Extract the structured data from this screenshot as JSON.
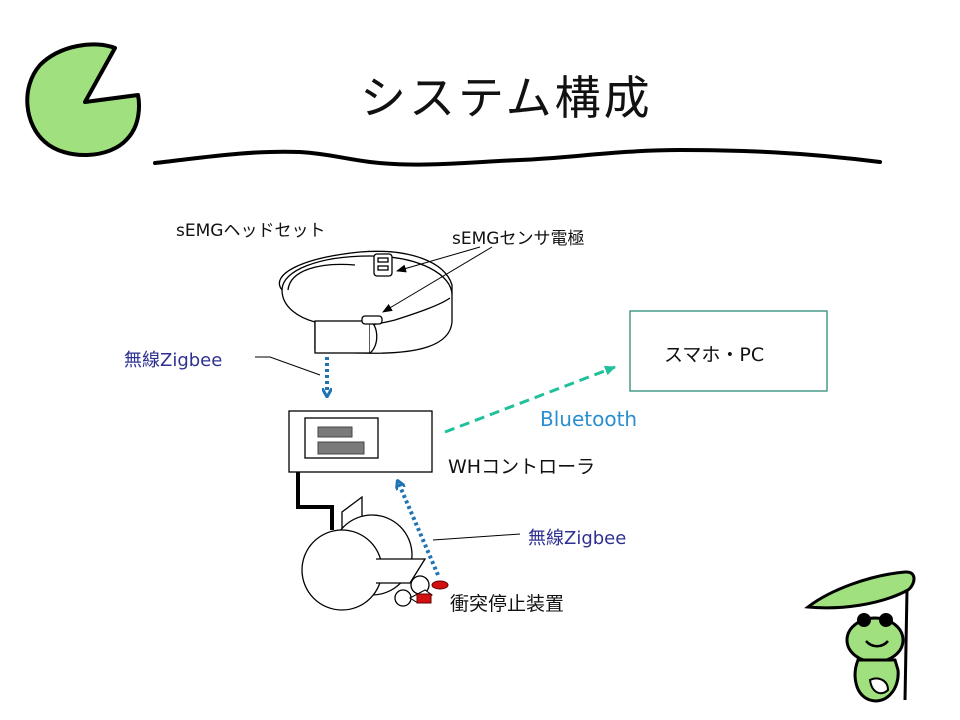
{
  "slide": {
    "title": "システム構成"
  },
  "labels": {
    "headset": "sEMGヘッドセット",
    "sensor_electrode": "sEMGセンサ電極",
    "zigbee_top": "無線Zigbee",
    "smartphone_pc": "スマホ・PC",
    "bluetooth": "Bluetooth",
    "wh_controller": "WHコントローラ",
    "zigbee_bottom": "無線Zigbee",
    "collision_stop": "衝突停止装置"
  },
  "colors": {
    "leaf_green": "#a0e07e",
    "zigbee_arrow": "#1f74b5",
    "bluetooth_arrow": "#20c09a",
    "zigbee_label": "#2e3192",
    "bluetooth_label": "#2a8fd0",
    "pc_box_border": "#2e8b7a",
    "sensor_red": "#d21010"
  }
}
